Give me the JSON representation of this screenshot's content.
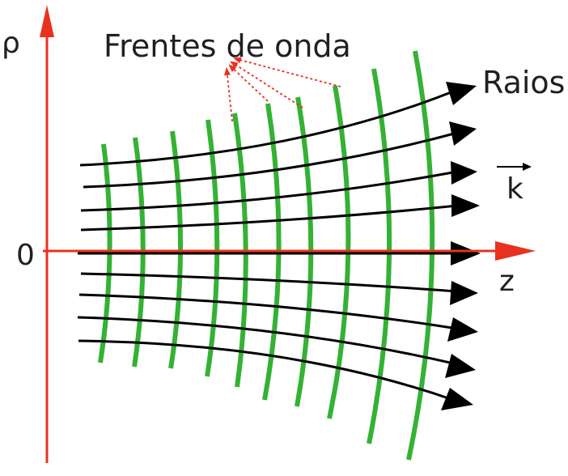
{
  "labels": {
    "rho": "ρ",
    "zero": "0",
    "z": "z",
    "wavefronts": "Frentes de onda",
    "rays": "Raios",
    "k": "k"
  },
  "colors": {
    "axis": "#e8311f",
    "wavefront": "#33b233",
    "ray": "#000000",
    "pointer": "#e8311f",
    "text": "#231f20"
  }
}
